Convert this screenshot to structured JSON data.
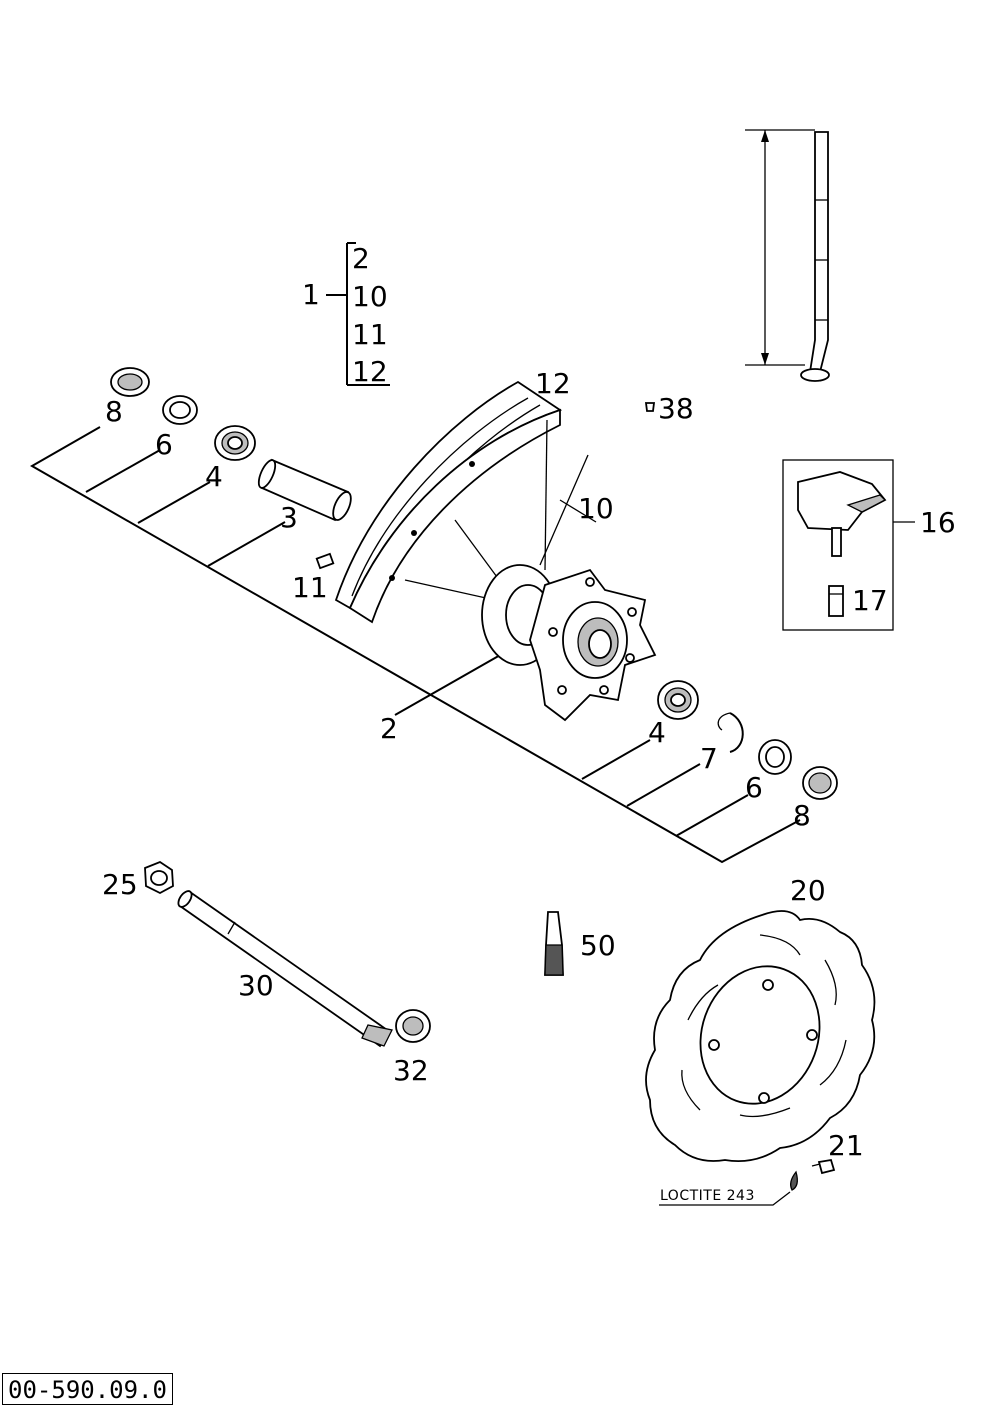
{
  "diagram": {
    "reference_number": "00-590.09.0",
    "annotation": "LOCTITE 243",
    "assembly_group": {
      "label": "1",
      "items": [
        "2",
        "10",
        "11",
        "12"
      ]
    },
    "part_labels": {
      "rim": "12",
      "spoke": "10",
      "nipple": "11",
      "valve_cap": "38",
      "hub": "2",
      "spacer_tube": "3",
      "bearing_left": "4",
      "seal_left": "6",
      "distance_bush_left": "8",
      "bearing_right": "4",
      "circlip": "7",
      "seal_right": "6",
      "distance_bush_right": "8",
      "tube_valve": "16",
      "valve_insert": "17",
      "axle_nut": "25",
      "axle": "30",
      "axle_clamp": "32",
      "grease": "50",
      "brake_disc": "20",
      "disc_screw": "21"
    }
  }
}
